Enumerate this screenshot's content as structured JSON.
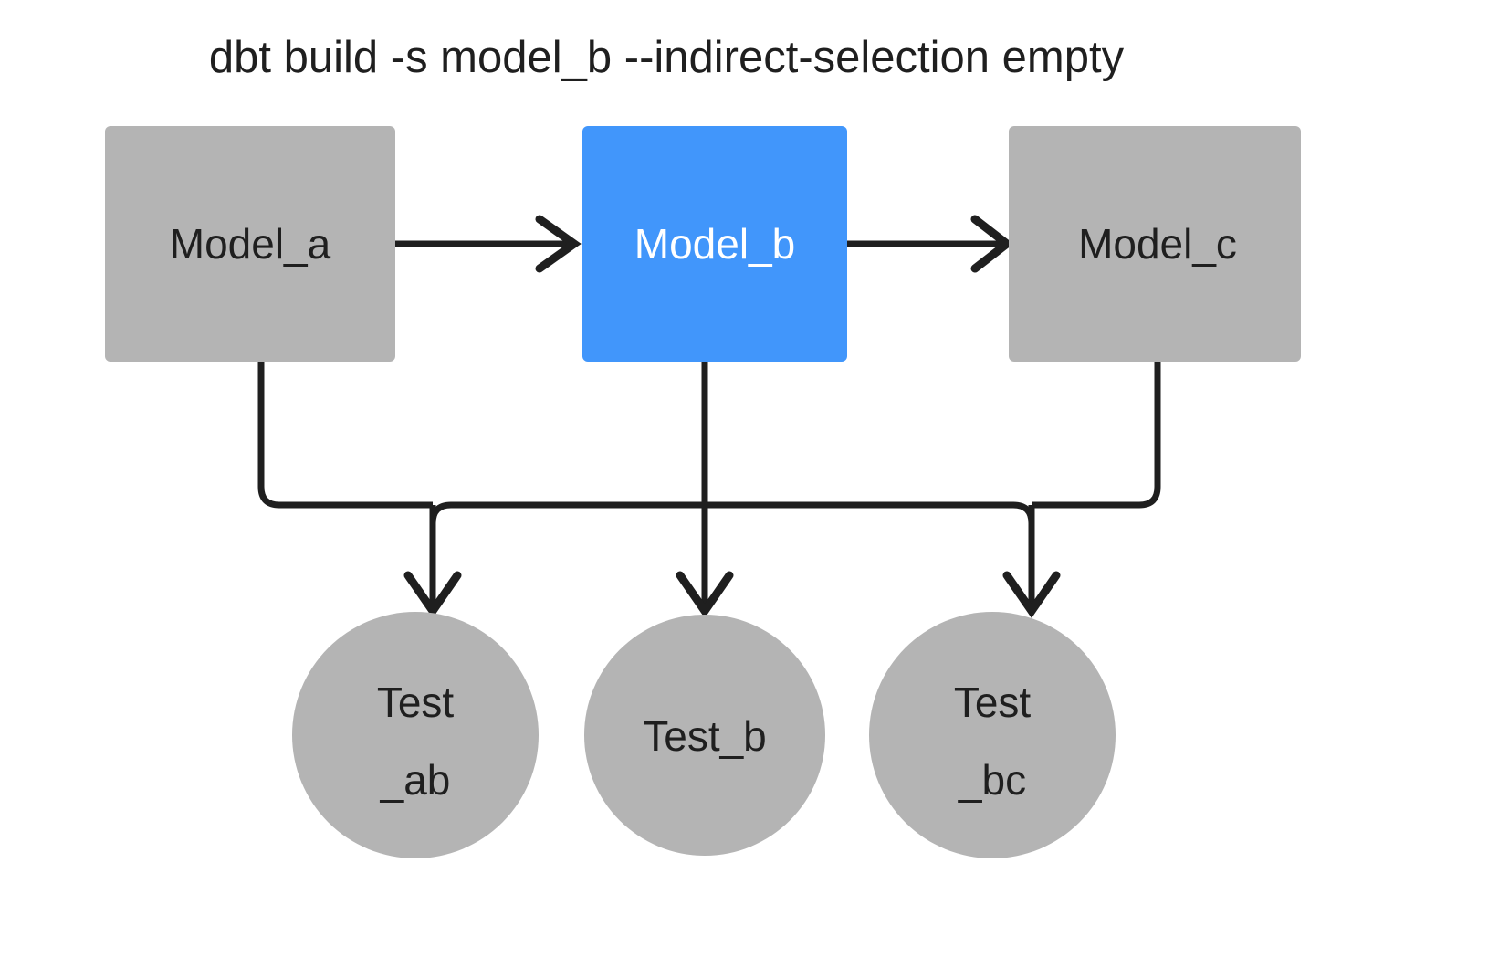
{
  "diagram": {
    "title": "dbt build -s model_b --indirect-selection empty",
    "background_color": "#ffffff",
    "line_color": "#1f1f1f",
    "colors": {
      "node_default": "#b4b4b4",
      "node_selected": "#4196fb",
      "label_default": "#1f1f1f",
      "label_selected": "#ffffff"
    },
    "models": [
      {
        "id": "model_a",
        "label": "Model_a",
        "state": "unselected",
        "fill": "#b4b4b4",
        "text_color": "#1f1f1f"
      },
      {
        "id": "model_b",
        "label": "Model_b",
        "state": "selected",
        "fill": "#4196fb",
        "text_color": "#ffffff"
      },
      {
        "id": "model_c",
        "label": "Model_c",
        "state": "unselected",
        "fill": "#b4b4b4",
        "text_color": "#1f1f1f"
      }
    ],
    "tests": [
      {
        "id": "test_ab",
        "label": "Test_ab",
        "line1": "Test",
        "line2": "_ab",
        "state": "unselected",
        "fill": "#b4b4b4",
        "text_color": "#1f1f1f"
      },
      {
        "id": "test_b",
        "label": "Test_b",
        "line1": "Test_b",
        "line2": "",
        "state": "unselected",
        "fill": "#b4b4b4",
        "text_color": "#1f1f1f"
      },
      {
        "id": "test_bc",
        "label": "Test_bc",
        "line1": "Test",
        "line2": "_bc",
        "state": "unselected",
        "fill": "#b4b4b4",
        "text_color": "#1f1f1f"
      }
    ],
    "edges": [
      {
        "id": "model_a-to-model_b",
        "from": "model_a",
        "to": "model_b",
        "kind": "horizontal-arrow"
      },
      {
        "id": "model_b-to-model_c",
        "from": "model_b",
        "to": "model_c",
        "kind": "horizontal-arrow"
      },
      {
        "id": "model_a-to-test_ab",
        "from": "model_a",
        "to": "test_ab",
        "kind": "orthogonal-arrow"
      },
      {
        "id": "model_b-to-test_ab",
        "from": "model_b",
        "to": "test_ab",
        "kind": "orthogonal-arrow"
      },
      {
        "id": "model_b-to-test_b",
        "from": "model_b",
        "to": "test_b",
        "kind": "vertical-arrow"
      },
      {
        "id": "model_b-to-test_bc",
        "from": "model_b",
        "to": "test_bc",
        "kind": "orthogonal-arrow"
      },
      {
        "id": "model_c-to-test_bc",
        "from": "model_c",
        "to": "test_bc",
        "kind": "orthogonal-arrow"
      }
    ]
  }
}
